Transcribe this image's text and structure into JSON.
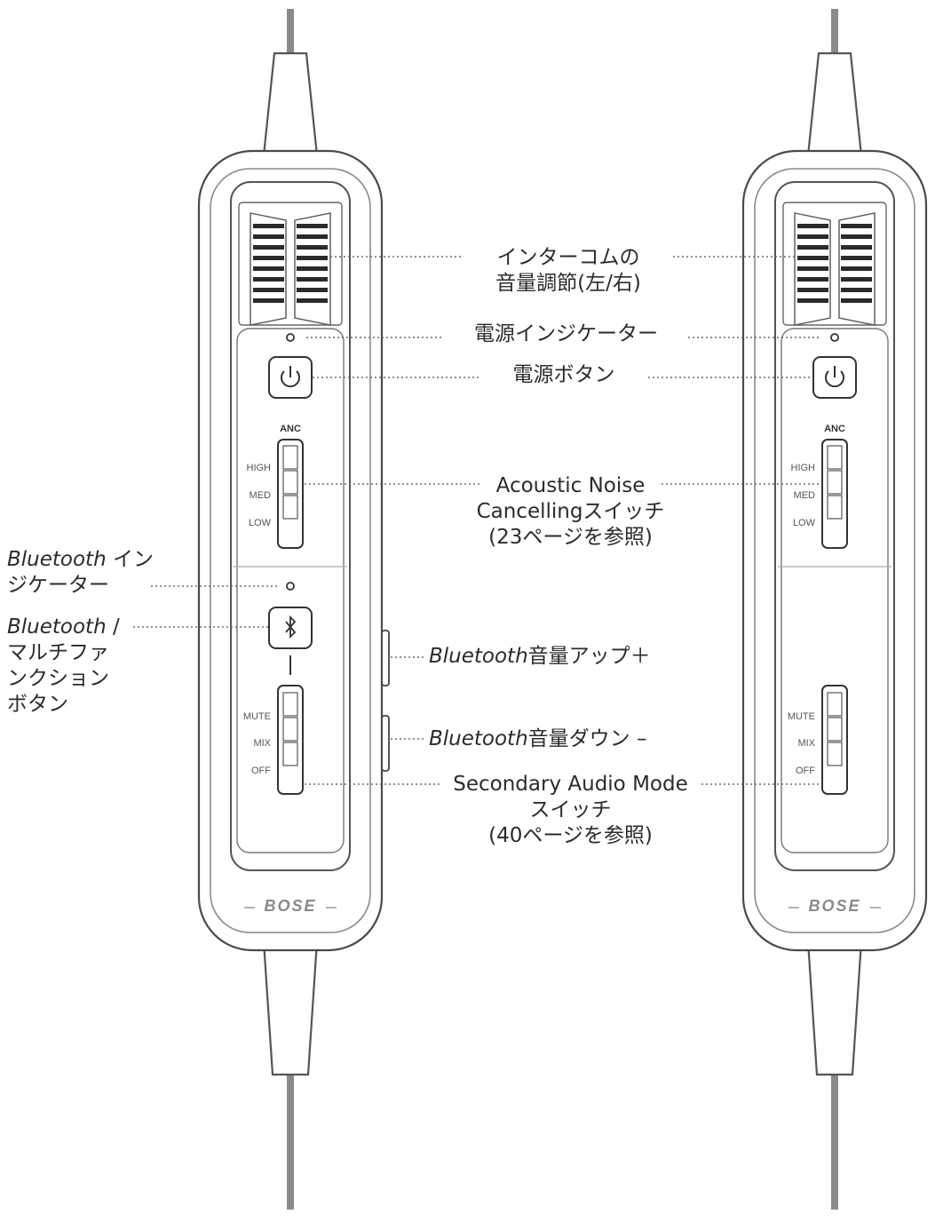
{
  "callouts": {
    "intercom_volume": [
      "インターコムの",
      "音量調節(左/右)"
    ],
    "power_indicator": "電源インジケーター",
    "power_button": "電源ボタン",
    "anc_switch": [
      "Acoustic Noise",
      "Cancellingスイッチ",
      "(23ページを参照)"
    ],
    "bt_indicator": {
      "brand": "Bluetooth",
      "line1_rest": " イン",
      "line2": "ジケーター"
    },
    "bt_button": {
      "brand": "Bluetooth",
      "line1_rest": " /",
      "lines": [
        "マルチファ",
        "ンクション",
        "ボタン"
      ]
    },
    "bt_volume_up": {
      "brand": "Bluetooth",
      "rest": "音量アップ＋"
    },
    "bt_volume_down": {
      "brand": "Bluetooth",
      "rest": "音量ダウン –"
    },
    "secondary_audio": [
      "Secondary Audio Mode",
      "スイッチ",
      "(40ページを参照)"
    ]
  },
  "device": {
    "anc_title": "ANC",
    "anc_positions": [
      "HIGH",
      "MED",
      "LOW"
    ],
    "secondary_positions": [
      "MUTE",
      "MIX",
      "OFF"
    ],
    "logo": "BOSE"
  },
  "colors": {
    "line": "#6f6f6f",
    "outline": "#4a4a4a",
    "grille": "#2a2a2a",
    "text": "#2b2b2b"
  },
  "icons": [
    "power-icon",
    "bluetooth-icon"
  ]
}
